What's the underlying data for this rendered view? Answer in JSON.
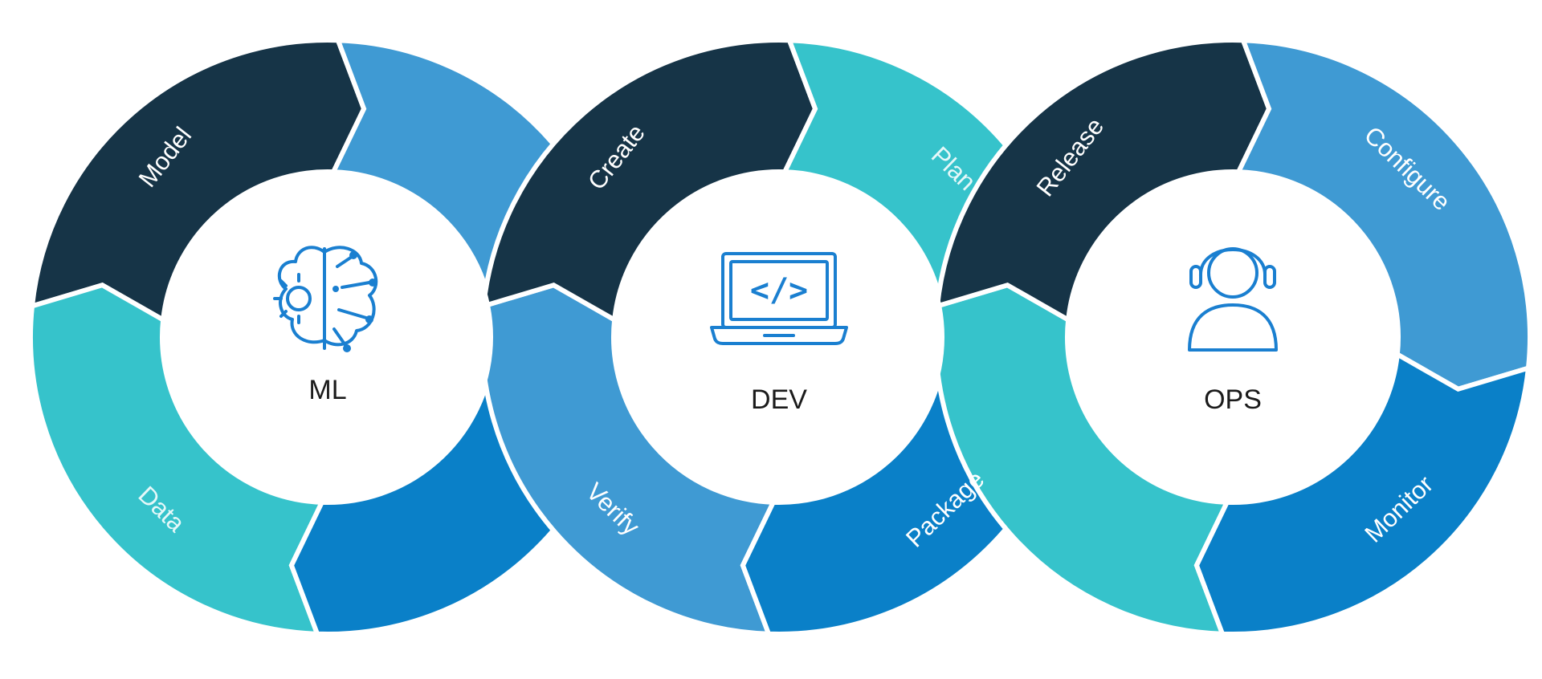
{
  "cycles": [
    {
      "id": "ml",
      "label": "ML",
      "icon": "brain-gear-icon",
      "segments": [
        {
          "label": "Model",
          "color": "#163447"
        },
        {
          "label": "",
          "color": "#3f9ad3"
        },
        {
          "label": "",
          "color": "#0a80c8"
        },
        {
          "label": "Data",
          "color": "#36c3cb"
        }
      ]
    },
    {
      "id": "dev",
      "label": "DEV",
      "icon": "laptop-code-icon",
      "segments": [
        {
          "label": "Create",
          "color": "#163447"
        },
        {
          "label": "Plan",
          "color": "#36c3cb"
        },
        {
          "label": "Package",
          "color": "#0a80c8"
        },
        {
          "label": "Verify",
          "color": "#3f9ad3"
        }
      ]
    },
    {
      "id": "ops",
      "label": "OPS",
      "icon": "headset-operator-icon",
      "segments": [
        {
          "label": "Release",
          "color": "#163447"
        },
        {
          "label": "Configure",
          "color": "#3f9ad3"
        },
        {
          "label": "Monitor",
          "color": "#0a80c8"
        },
        {
          "label": "",
          "color": "#36c3cb"
        }
      ]
    }
  ],
  "icon_code_text": "</>",
  "colors": {
    "dark_navy": "#163447",
    "steel_blue": "#3f9ad3",
    "deep_blue": "#0a80c8",
    "teal": "#36c3cb",
    "icon_blue": "#1a7fd0"
  }
}
